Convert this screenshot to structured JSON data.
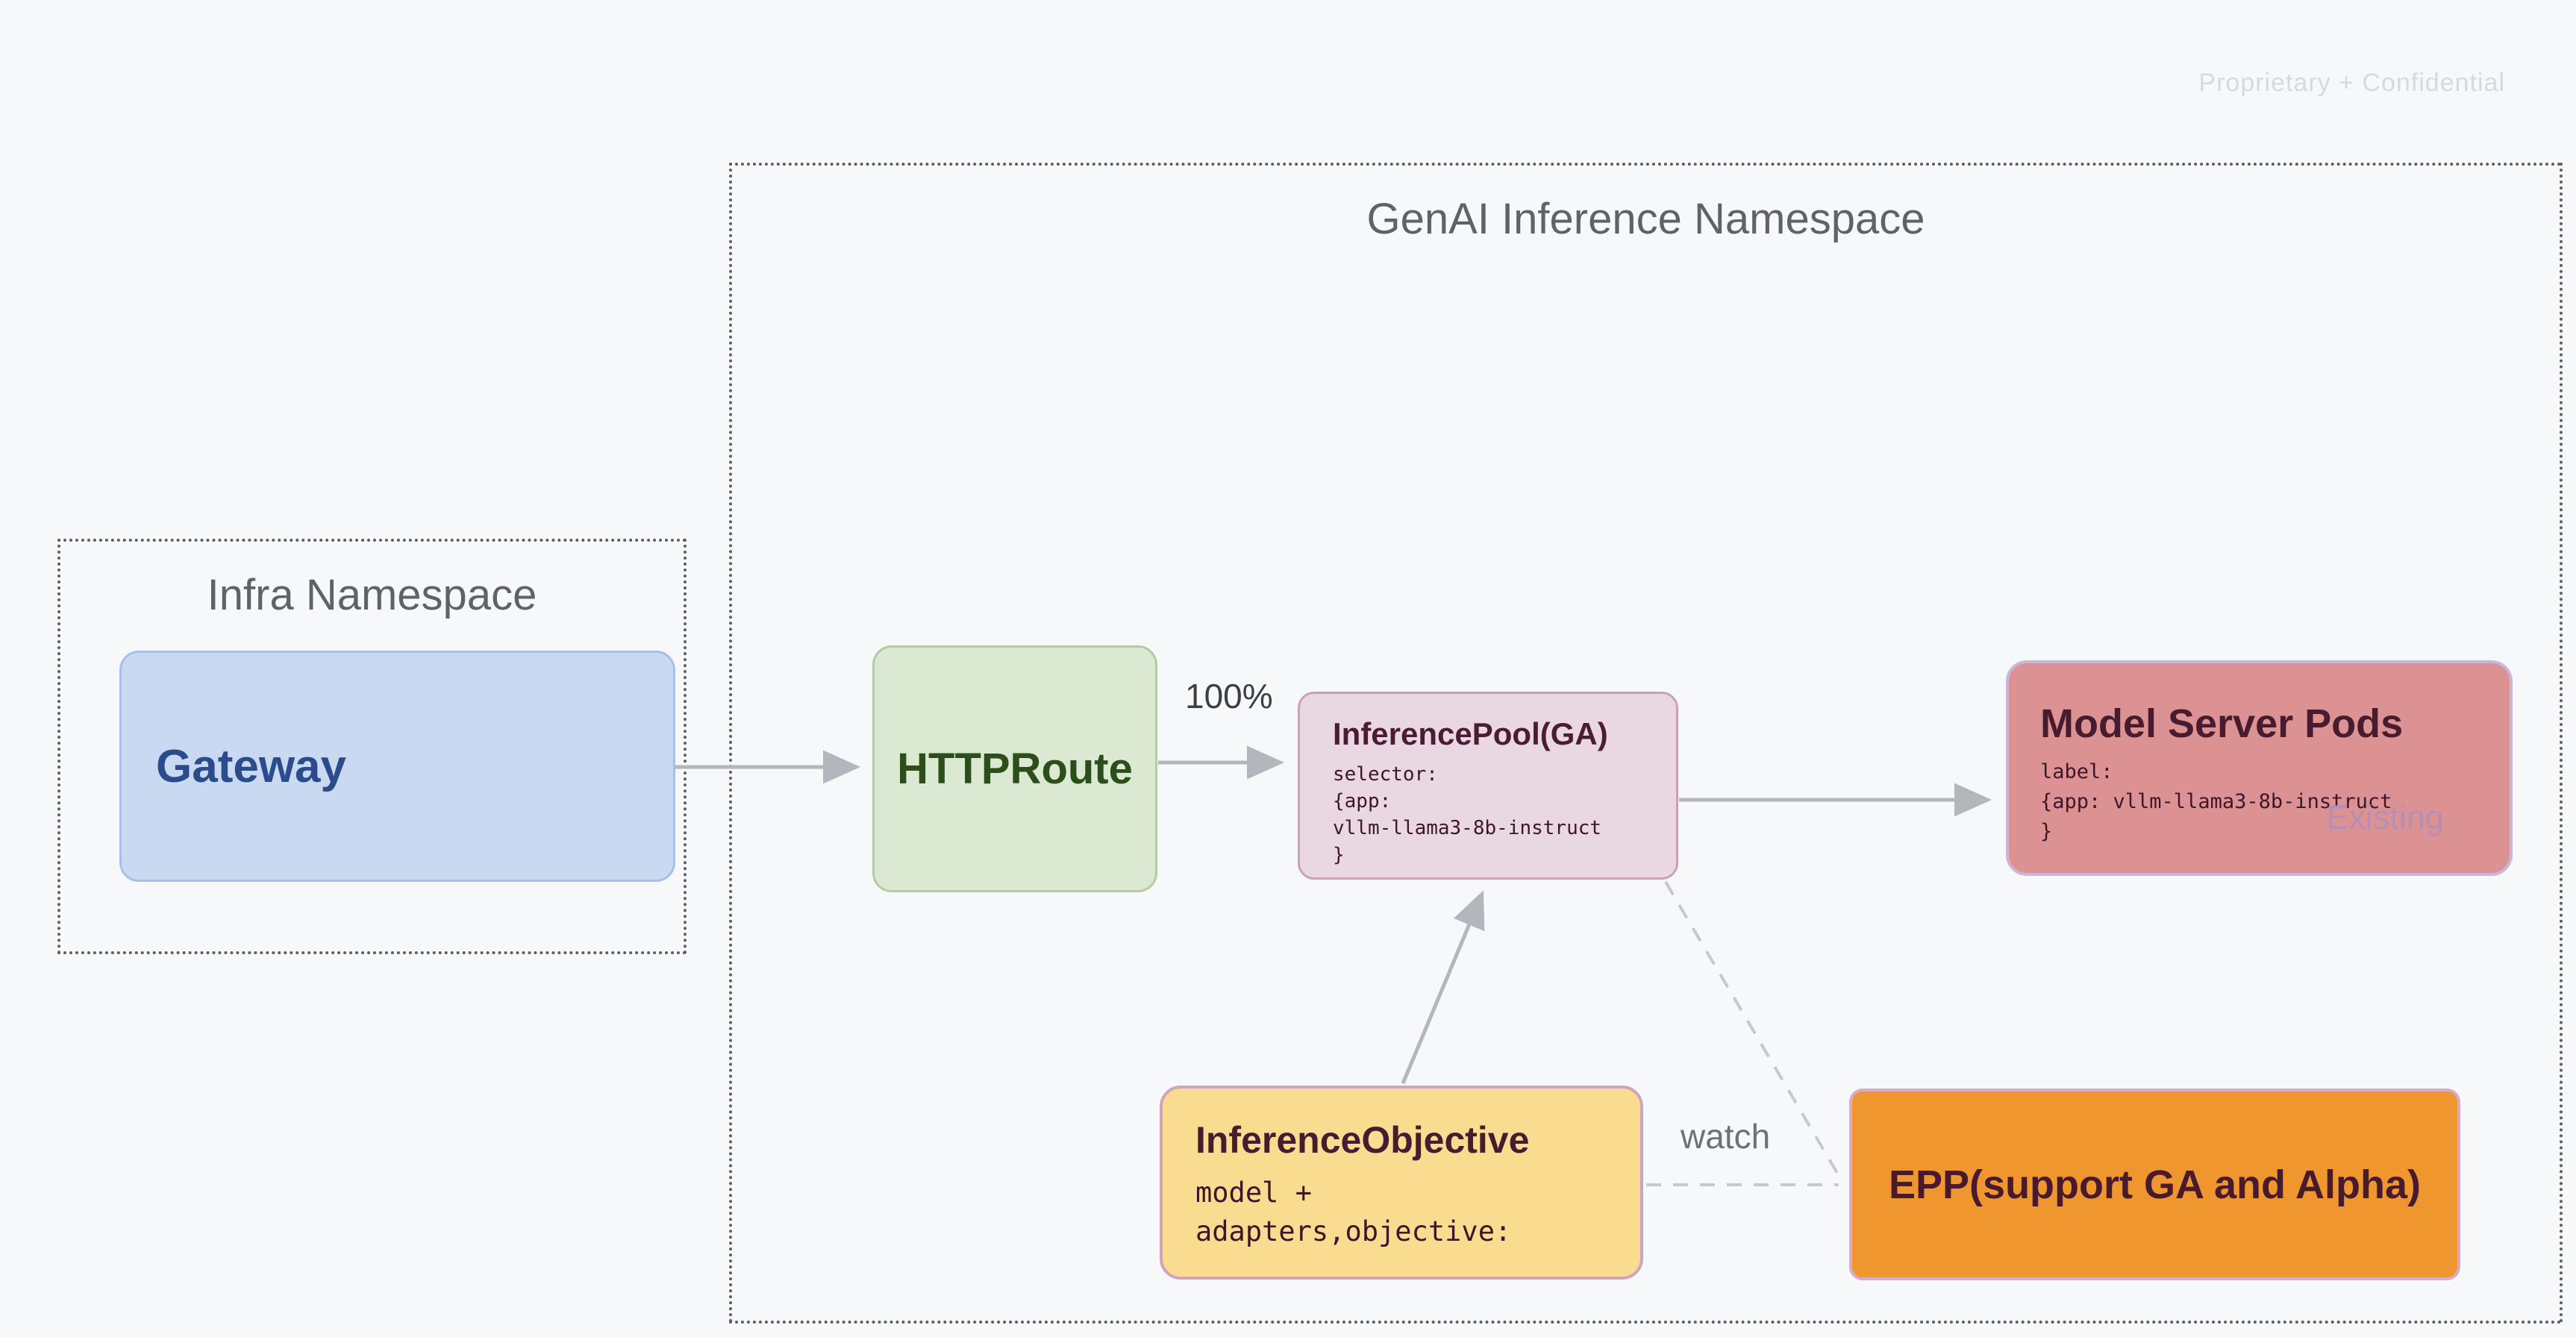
{
  "page": {
    "watermark_label": "Proprietary + Confidential",
    "background_color": "#f7f8fa"
  },
  "namespaces": {
    "infra": {
      "title": "Infra Namespace"
    },
    "genai": {
      "title": "GenAI Inference Namespace"
    }
  },
  "nodes": {
    "gateway": {
      "label": "Gateway",
      "fill": "#c9d9f2",
      "border_color": "#a6c0e8",
      "text_color": "#2b4c8c"
    },
    "httproute": {
      "label": "HTTPRoute",
      "fill": "#dbe8d2",
      "border_color": "#b1cda1",
      "text_color": "#2c4e1b"
    },
    "inference_pool": {
      "title": "InferencePool(GA)",
      "code_lines": [
        "selector:",
        "{app:",
        "vllm-llama3-8b-instruct",
        "}"
      ],
      "fill": "#e9d7e1",
      "border_color": "#c9a2ba",
      "text_color": "#4b1d34"
    },
    "model_server_pods": {
      "title": "Model Server Pods",
      "code_lines": [
        "label:",
        "{app: vllm-llama3-8b-instruct",
        "}"
      ],
      "badge": "Existing",
      "fill": "#dc9292",
      "border_color": "#c9b6da",
      "text_color": "#481b2f"
    },
    "inference_objective": {
      "title": "InferenceObjective",
      "code_lines": [
        "model +",
        "adapters,objective:"
      ],
      "fill": "#f9dc90",
      "border_color": "#d0a3bf",
      "text_color": "#481b2f"
    },
    "epp": {
      "label": "EPP(support GA and Alpha)",
      "fill": "#f0962e",
      "border_color": "#d9abc6",
      "text_color": "#471a2e"
    }
  },
  "edges": {
    "httproute_to_pool_label": "100%",
    "objective_to_epp_label": "watch",
    "arrow_color": "#b3b6bc",
    "dashed_color": "#c5c8cd"
  }
}
